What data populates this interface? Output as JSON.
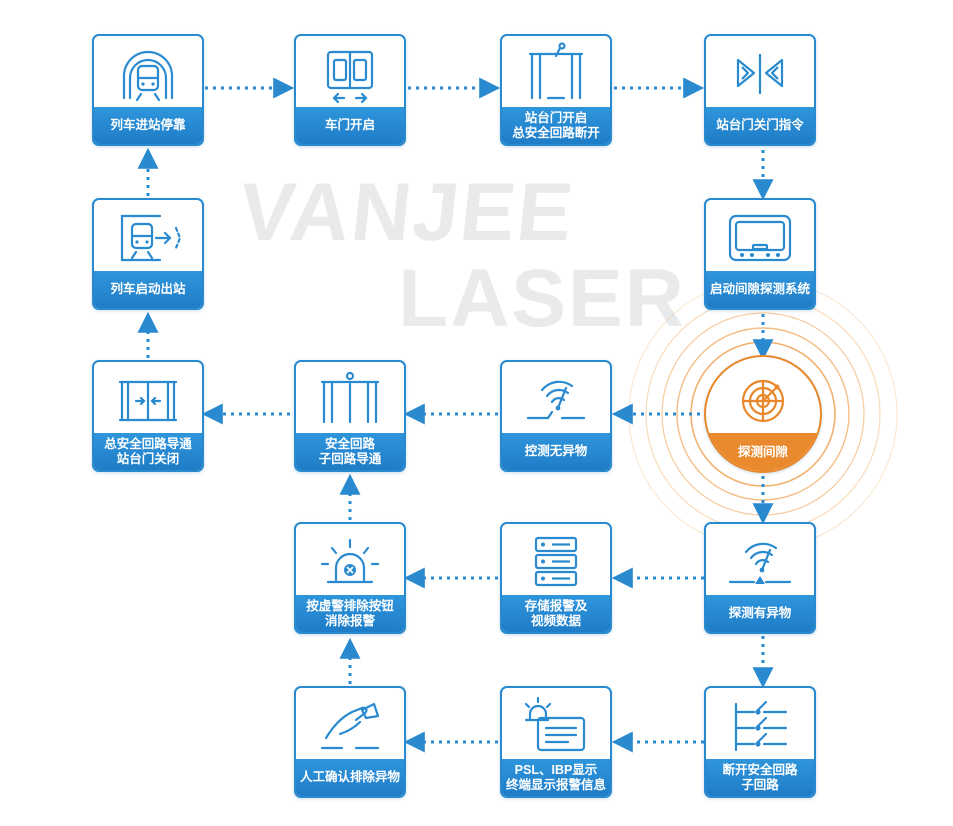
{
  "watermark": {
    "line1": "VANJEE",
    "line2": "LASER"
  },
  "colors": {
    "primary": "#2a8ad0",
    "accent": "#e8882b",
    "label_bg": "#1f7cc7"
  },
  "steps": {
    "train_arrive": {
      "label": "列车进站停靠",
      "icon": "train-tunnel-icon"
    },
    "door_open": {
      "label": "车门开启",
      "icon": "train-door-open-icon"
    },
    "psd_open": {
      "label": "站台门开启\n总安全回路断开",
      "icon": "platform-door-open-icon"
    },
    "psd_close_cmd": {
      "label": "站台门关门指令",
      "icon": "door-close-command-icon"
    },
    "gap_system_start": {
      "label": "启动间隙探测系统",
      "icon": "monitor-screen-icon"
    },
    "detect_gap": {
      "label": "探测间隙",
      "icon": "radar-icon"
    },
    "no_obstacle": {
      "label": "控测无异物",
      "icon": "signal-clear-icon"
    },
    "subloop_conduct": {
      "label": "安全回路\n子回路导通",
      "icon": "platform-door-icon"
    },
    "main_loop_closed": {
      "label": "总安全回路导通\n站台门关闭",
      "icon": "door-closed-icon"
    },
    "train_depart": {
      "label": "列车启动出站",
      "icon": "train-depart-icon"
    },
    "obstacle_found": {
      "label": "探测有异物",
      "icon": "signal-alert-icon"
    },
    "store_alarm": {
      "label": "存储报警及\n视频数据",
      "icon": "server-storage-icon"
    },
    "clear_alarm": {
      "label": "按虚警排除按钮\n消除报警",
      "icon": "alarm-light-icon"
    },
    "manual_confirm": {
      "label": "人工确认排除异物",
      "icon": "hand-remove-icon"
    },
    "psl_display": {
      "label": "PSL、IBP显示\n终端显示报警信息",
      "icon": "alarm-display-icon"
    },
    "cut_subloop": {
      "label": "断开安全回路\n子回路",
      "icon": "circuit-branch-icon"
    }
  }
}
